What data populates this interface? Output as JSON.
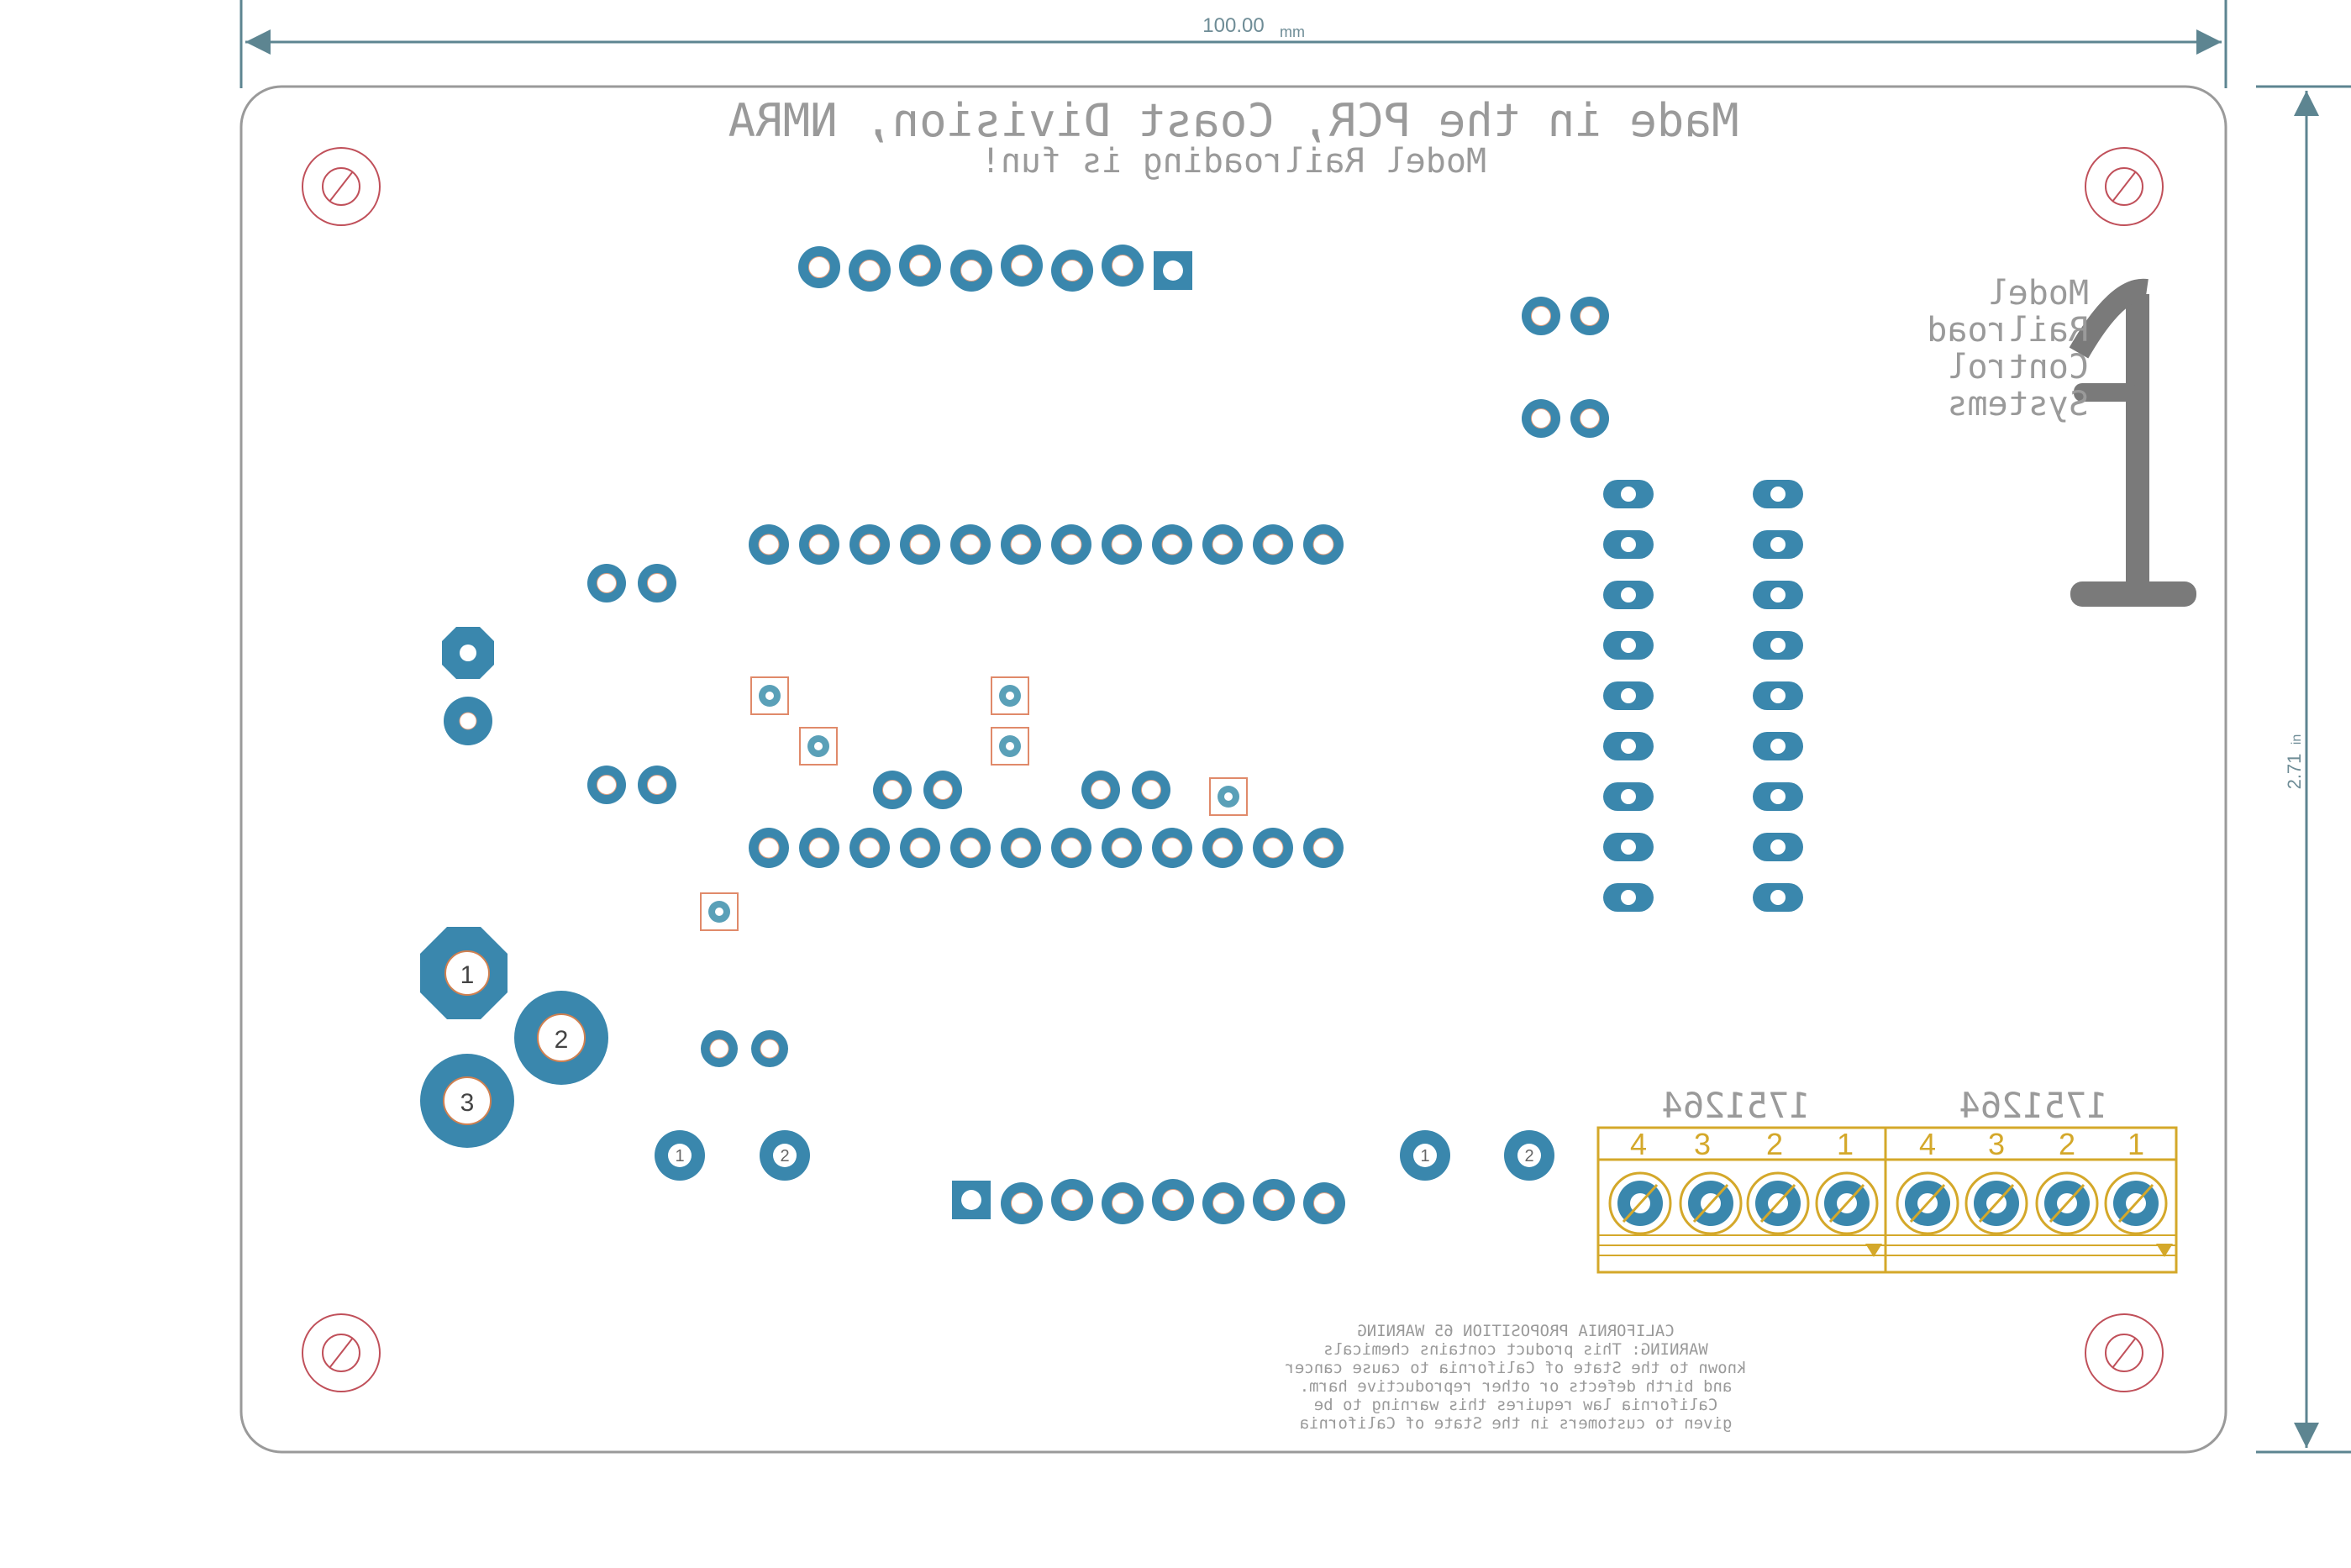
{
  "dimensions": {
    "width_label": "100.00",
    "width_unit": "mm",
    "height_label": "2.71",
    "height_unit": "in"
  },
  "silkscreen": {
    "title_line1": "Made in the PCR, Coast Division, NMRA",
    "title_line2": "Model Railroading is fun!",
    "logo_lines": [
      "Model",
      "Railroad",
      "Control",
      "Systems"
    ],
    "terminal_part_number_left": "1751264",
    "terminal_part_number_right": "1751264",
    "terminal_labels_left": [
      "4",
      "3",
      "2",
      "1"
    ],
    "terminal_labels_right": [
      "4",
      "3",
      "2",
      "1"
    ],
    "jack_labels": [
      "1",
      "2",
      "3"
    ],
    "pin_label_1": "1",
    "pin_label_2": "2",
    "warning_lines": [
      "CALIFORNIA PROPOSITION 65 WARNING",
      "WARNING: This product contains chemicals",
      "known to the State of California to cause cancer",
      "and birth defects or other reproductive harm.",
      "California law requires this warning to be",
      "given to customers in the State of California"
    ]
  },
  "colors": {
    "pad": "#3a87ad",
    "pad_hole": "#ffffff",
    "outline": "#9a9a9a",
    "silk_gold": "#d4a82a",
    "mount_hole": "#c0505a",
    "dimension_line": "#5d8591"
  }
}
